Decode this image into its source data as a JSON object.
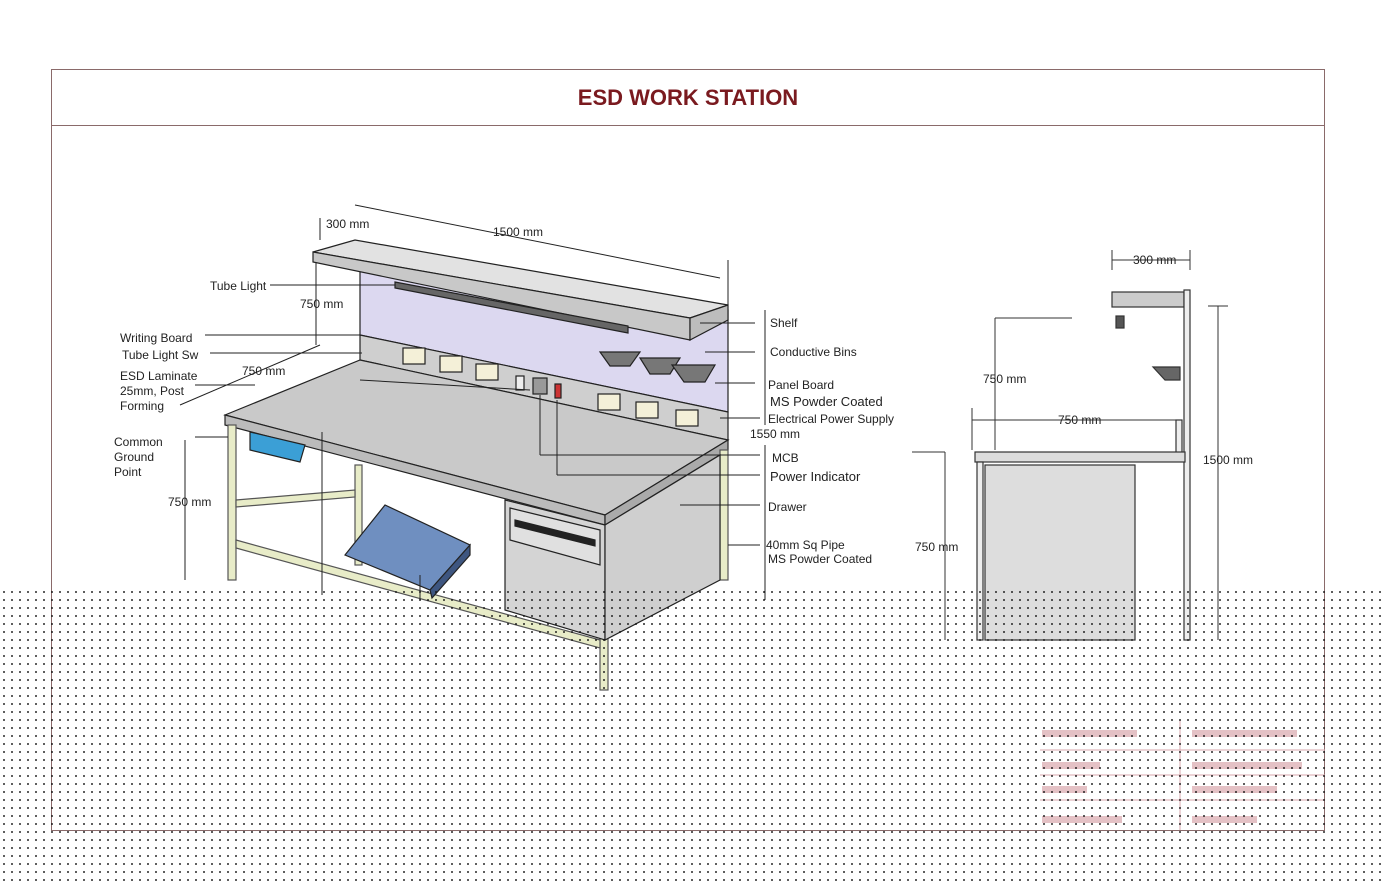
{
  "title": "ESD WORK STATION",
  "colors": {
    "title": "#7a1a1f",
    "frame": "#8a6a6a",
    "panel": "#dcd8f0",
    "pipe": "#e8ecc8",
    "keyboard": "#6f8fc0",
    "ground_point": "#3b9fd6"
  },
  "front_view": {
    "dims": {
      "shelf_depth": "300 mm",
      "width": "1500 mm",
      "shelf_height": "750 mm",
      "depth": "750 mm",
      "table_height": "750 mm",
      "total_height": "1550 mm"
    },
    "labels_left": [
      "Tube Light",
      "Writing Board",
      "Tube Light Sw",
      "ESD Laminate\n25mm, Post\nForming",
      "Common\nGround\nPoint"
    ],
    "labels_right": [
      "Shelf",
      "Conductive Bins",
      "Panel Board",
      "MS Powder Coated",
      "Electrical Power Supply",
      "MCB",
      "Power Indicator",
      "Drawer",
      "40mm Sq Pipe",
      "MS Powder Coated"
    ]
  },
  "side_view": {
    "dims": {
      "shelf_depth": "300 mm",
      "shelf_height": "750 mm",
      "depth": "750 mm",
      "total_height": "1500 mm",
      "table_height": "750 mm"
    }
  }
}
